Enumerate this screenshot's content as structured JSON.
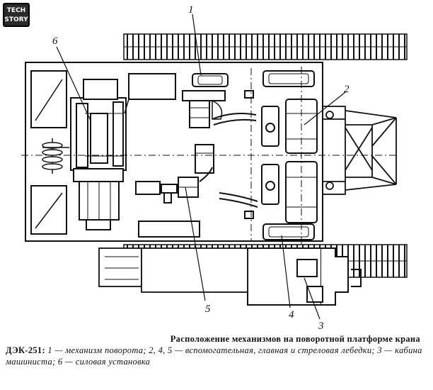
{
  "logo": {
    "line1": "TECH",
    "line2": "STORY"
  },
  "callouts": {
    "c1": "1",
    "c2": "2",
    "c3": "3",
    "c4": "4",
    "c5": "5",
    "c6": "6"
  },
  "caption": {
    "title": "Расположение механизмов на поворотной платформе крана",
    "crane": "ДЭК-251:",
    "legend": "1 — механизм поворота; 2, 4, 5 — вспомогательная, главная и стреловая лебедки; 3 — кабина машиниста; 6 — силовая установка"
  }
}
